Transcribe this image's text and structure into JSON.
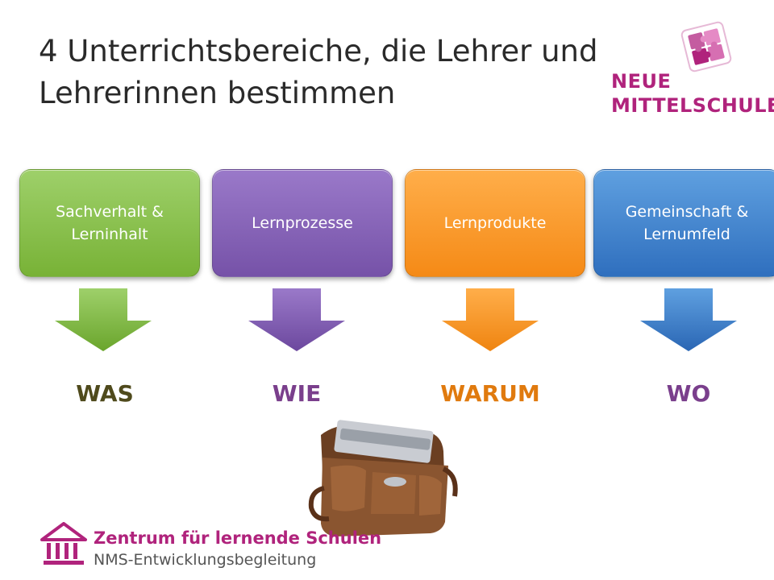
{
  "title": {
    "line1": "4 Unterrichtsbereiche, die Lehrer und",
    "line2": "Lehrerinnen bestimmen"
  },
  "nms_logo": {
    "line1": "NEUE",
    "line2": "MITTELSCHULE"
  },
  "areas": [
    {
      "line1": "Sachverhalt &",
      "line2": "Lerninhalt",
      "keyword": "WAS",
      "color": "#86bd45",
      "keyword_color": "#4f4a1c"
    },
    {
      "line1": "Lernprozesse",
      "line2": "",
      "keyword": "WIE",
      "color": "#8261b5",
      "keyword_color": "#7a3f8c"
    },
    {
      "line1": "Lernprodukte",
      "line2": "",
      "keyword": "WARUM",
      "color": "#f7941e",
      "keyword_color": "#e07a0e"
    },
    {
      "line1": "Gemeinschaft &",
      "line2": "Lernumfeld",
      "keyword": "WO",
      "color": "#3f80cc",
      "keyword_color": "#7a3f8c"
    }
  ],
  "image": {
    "icon": "briefcase-icon"
  },
  "footer_logo": {
    "title": "Zentrum für lernende Schulen",
    "subtitle": "NMS-Entwicklungsbegleitung",
    "icon": "building-icon"
  }
}
